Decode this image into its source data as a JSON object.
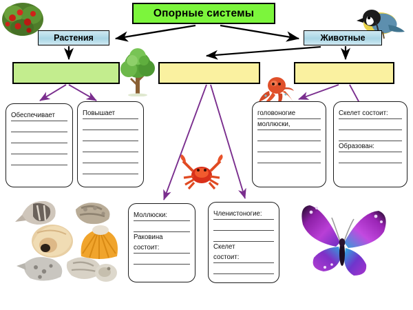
{
  "diagram": {
    "title": "Опорные системы",
    "title_bg": "#7CF53C",
    "categories": [
      {
        "label": "Растения",
        "name": "plants"
      },
      {
        "label": "Животные",
        "name": "animals"
      }
    ],
    "fill_boxes": [
      {
        "name": "plants-blank-box",
        "color": "#C3ED8E",
        "text": ""
      },
      {
        "name": "animals-blank-box-1",
        "color": "#FAF1A0",
        "text": ""
      },
      {
        "name": "animals-blank-box-2",
        "color": "#FAF1A0",
        "text": ""
      }
    ],
    "cards": [
      {
        "name": "card-provides",
        "lines": [
          "Обеспечивает",
          "",
          "",
          "",
          ""
        ]
      },
      {
        "name": "card-raises",
        "lines": [
          "Повышает",
          "",
          "",
          "",
          "",
          ""
        ]
      },
      {
        "name": "card-cephalopods",
        "lines": [
          "головоногие",
          "моллюски,",
          "",
          "",
          ""
        ]
      },
      {
        "name": "card-skeleton",
        "lines": [
          "Скелет состоит:",
          "",
          "",
          "Образован:",
          ""
        ]
      },
      {
        "name": "card-mollusks",
        "lines": [
          "Моллюски:",
          "",
          "Раковина",
          "состоит:",
          ""
        ]
      },
      {
        "name": "card-arthropods",
        "lines": [
          "Членистоногие:",
          "",
          "",
          "Скелет",
          "состоит:",
          ""
        ]
      }
    ],
    "pictures": [
      {
        "name": "berry-bush-image",
        "alt": "bush with red berries"
      },
      {
        "name": "great-tit-bird-image",
        "alt": "great tit bird"
      },
      {
        "name": "green-tree-image",
        "alt": "green leafy tree"
      },
      {
        "name": "octopus-image",
        "alt": "orange octopus"
      },
      {
        "name": "crab-image",
        "alt": "red crab"
      },
      {
        "name": "seashells-image",
        "alt": "collection of seashells"
      },
      {
        "name": "butterfly-image",
        "alt": "purple blue butterfly"
      }
    ],
    "colors": {
      "title_green": "#7CF53C",
      "category_blue": "#A9D6E5",
      "box_green": "#C3ED8E",
      "box_yellow": "#FAF1A0",
      "arrow_black": "#000000",
      "arrow_purple": "#7A2E8E"
    }
  }
}
